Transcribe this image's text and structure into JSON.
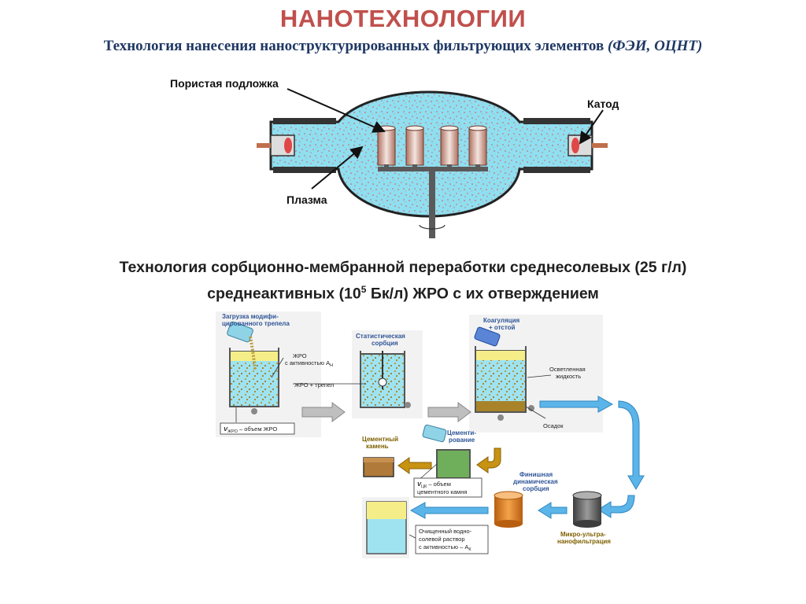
{
  "header": {
    "title": "НАНОТЕХНОЛОГИИ",
    "subtitle_text": "Технология нанесения наноструктурированных фильтрующих элементов",
    "subtitle_italic": "(ФЭИ, ОЦНТ)"
  },
  "chamber": {
    "label_substrate": "Пористая подложка",
    "label_cathode": "Катод",
    "label_plasma": "Плазма"
  },
  "section2": {
    "line1": "Технология сорбционно-мембранной переработки среднесолевых (25 г/л)",
    "line2_pre": "среднеактивных (10",
    "line2_sup": "5",
    "line2_post": " Бк/л) ЖРО с их отверждением"
  },
  "scheme": {
    "load_line1": "Загрузка модифи-",
    "load_line2": "цированного трепела",
    "stat_line1": "Статистическая",
    "stat_line2": "сорбция",
    "coag_line1": "Коагуляция",
    "coag_line2": "+ отстой",
    "lrw_activity_1": "ЖРО",
    "lrw_activity_2": "с активностью A",
    "lrw_activity_sub": "Н",
    "lrw_tripoli": "ЖРО + трепел",
    "v_lrw_v": "V",
    "v_lrw_sub": "ЖРО",
    "v_lrw_text": " – объем ЖРО",
    "clarified_1": "Осветленная",
    "clarified_2": "жидкость",
    "sediment": "Осадок",
    "cement_stone_1": "Цементный",
    "cement_stone_2": "камень",
    "cementing_1": "Цементи-",
    "cementing_2": "рование",
    "v_cs_v": "V",
    "v_cs_sub": "ЦК",
    "v_cs_text": " – объем",
    "v_cs_text2": "цементного камня",
    "final_1": "Финишная",
    "final_2": "динамическая",
    "final_3": "сорбция",
    "micro_1": "Микро-ультра-",
    "micro_2": "нанофильтрация",
    "purified_1": "Очищенный водно-",
    "purified_2": "солевой раствор",
    "purified_3": "с активностью – A",
    "purified_sub": "К"
  },
  "colors": {
    "title": "#c0504d",
    "subtitle": "#1f3864",
    "plasma": "#8fdff0",
    "liquid": "#9fe3f0",
    "arrow_blue": "#5bb5e8",
    "cement_arrow": "#c89212",
    "cylinder_orange": "#e8882a",
    "cylinder_gray": "#6e6e6e"
  }
}
